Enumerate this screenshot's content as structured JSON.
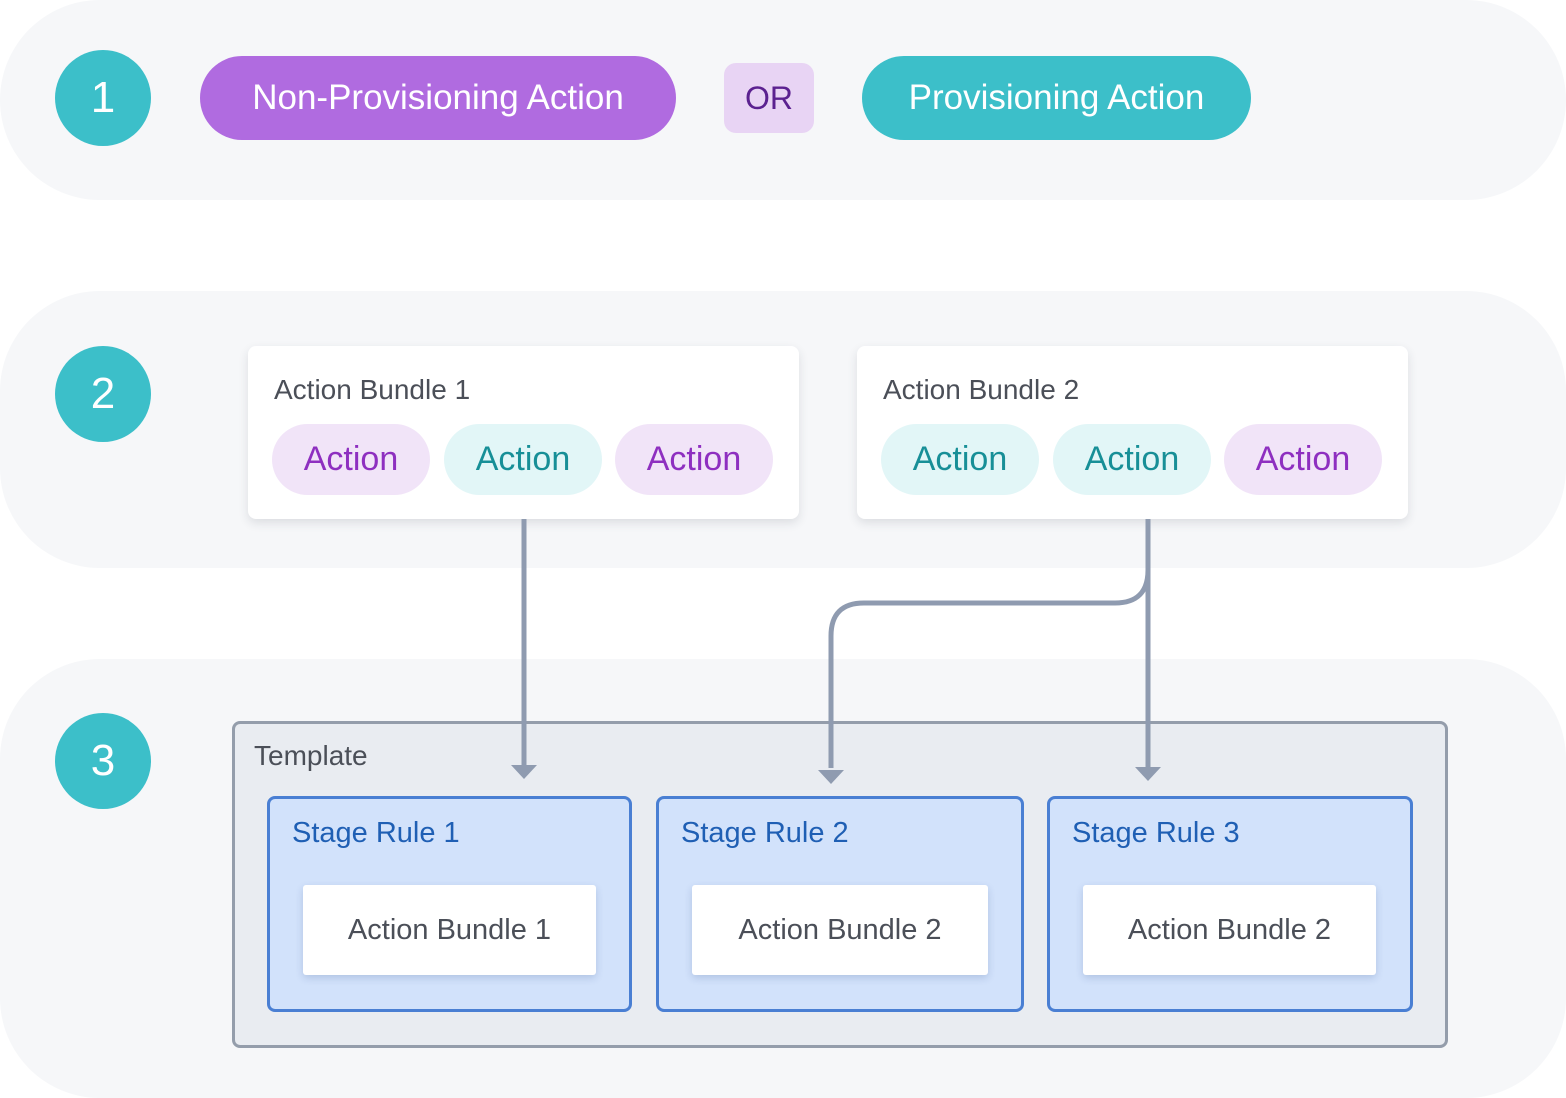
{
  "steps": [
    "1",
    "2",
    "3"
  ],
  "step1": {
    "non_provisioning_label": "Non-Provisioning Action",
    "or_label": "OR",
    "provisioning_label": "Provisioning Action"
  },
  "step2": {
    "bundles": [
      {
        "title": "Action Bundle 1",
        "actions": [
          "Action",
          "Action",
          "Action"
        ],
        "kinds": [
          "non-provisioning",
          "provisioning",
          "non-provisioning"
        ]
      },
      {
        "title": "Action Bundle 2",
        "actions": [
          "Action",
          "Action",
          "Action"
        ],
        "kinds": [
          "provisioning",
          "provisioning",
          "non-provisioning"
        ]
      }
    ]
  },
  "step3": {
    "template_label": "Template",
    "stage_rules": [
      {
        "title": "Stage Rule 1",
        "bundle": "Action Bundle 1"
      },
      {
        "title": "Stage Rule 2",
        "bundle": "Action Bundle 2"
      },
      {
        "title": "Stage Rule 3",
        "bundle": "Action Bundle 2"
      }
    ]
  },
  "connections": [
    {
      "from": "Action Bundle 1",
      "to": "Stage Rule 1"
    },
    {
      "from": "Action Bundle 2",
      "to": "Stage Rule 2"
    },
    {
      "from": "Action Bundle 2",
      "to": "Stage Rule 3"
    }
  ],
  "colors": {
    "step_circle": "#3cbfc9",
    "non_provisioning": "#b06be0",
    "provisioning": "#3cbfc9",
    "or_badge_bg": "#e8d4f4",
    "connector": "#8f9bb0",
    "stage_border": "#4a7fd3",
    "stage_bg": "#d2e2fb"
  }
}
